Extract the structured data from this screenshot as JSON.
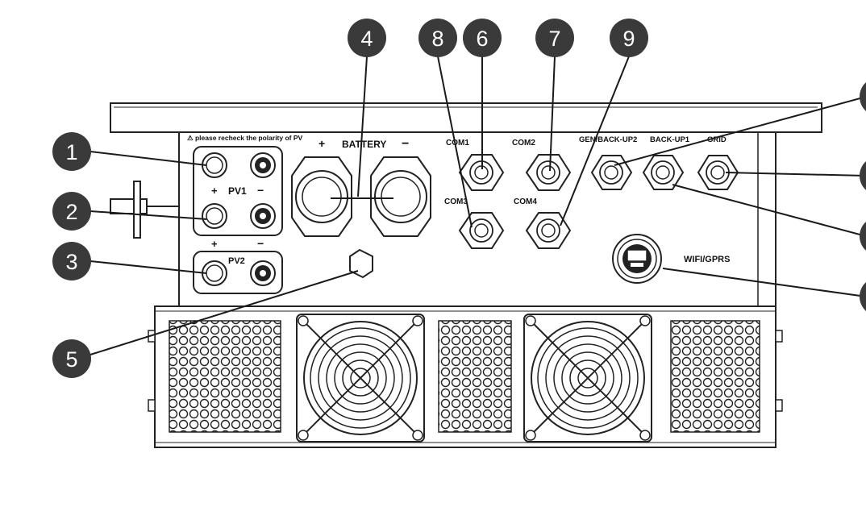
{
  "warning_text": "⚠ please recheck the polarity of PV",
  "pv1_label": "PV1",
  "pv2_label": "PV2",
  "plus_sign": "+",
  "minus_sign": "−",
  "battery_label": "BATTERY",
  "com1_label": "COM1",
  "com2_label": "COM2",
  "com3_label": "COM3",
  "com4_label": "COM4",
  "gen_backup2_label": "GEN/BACK-UP2",
  "backup1_label": "BACK-UP1",
  "grid_label": "GRID",
  "wifi_label": "WIFI/GPRS",
  "callouts": {
    "n1": "1",
    "n2": "2",
    "n3": "3",
    "n4": "4",
    "n5": "5",
    "n6": "6",
    "n7": "7",
    "n8": "8",
    "n9": "9"
  },
  "colors": {
    "callout_fill": "#3a3a3a",
    "line": "#1a1a1a"
  }
}
